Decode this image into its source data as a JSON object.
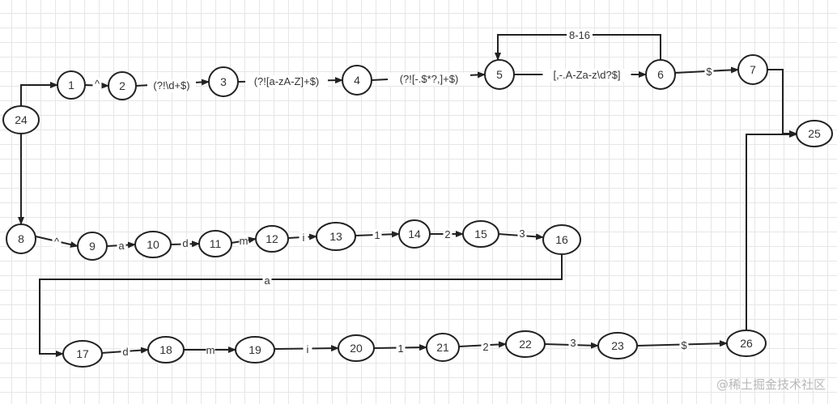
{
  "nodes": [
    "24",
    "1",
    "2",
    "3",
    "4",
    "5",
    "6",
    "7",
    "25",
    "8",
    "9",
    "10",
    "11",
    "12",
    "13",
    "14",
    "15",
    "16",
    "17",
    "18",
    "19",
    "20",
    "21",
    "22",
    "23",
    "26"
  ],
  "edges": [
    {
      "from": "24",
      "to": "1",
      "label": ""
    },
    {
      "from": "1",
      "to": "2",
      "label": "^"
    },
    {
      "from": "2",
      "to": "3",
      "label": "(?!\\d+$)"
    },
    {
      "from": "3",
      "to": "4",
      "label": "(?![a-zA-Z]+$)"
    },
    {
      "from": "4",
      "to": "5",
      "label": "(?![-.$*?,]+$)"
    },
    {
      "from": "5",
      "to": "6",
      "label": "[,-.A-Za-z\\d?$]"
    },
    {
      "from": "6",
      "to": "5",
      "label": "8-16"
    },
    {
      "from": "6",
      "to": "7",
      "label": "$"
    },
    {
      "from": "7",
      "to": "25",
      "label": ""
    },
    {
      "from": "26",
      "to": "25",
      "label": ""
    },
    {
      "from": "24",
      "to": "8",
      "label": ""
    },
    {
      "from": "8",
      "to": "9",
      "label": "^"
    },
    {
      "from": "9",
      "to": "10",
      "label": "a"
    },
    {
      "from": "10",
      "to": "11",
      "label": "d"
    },
    {
      "from": "11",
      "to": "12",
      "label": "m"
    },
    {
      "from": "12",
      "to": "13",
      "label": "i"
    },
    {
      "from": "13",
      "to": "14",
      "label": "1"
    },
    {
      "from": "14",
      "to": "15",
      "label": "2"
    },
    {
      "from": "15",
      "to": "16",
      "label": "3"
    },
    {
      "from": "16",
      "to": "17",
      "label": "a"
    },
    {
      "from": "17",
      "to": "18",
      "label": "d"
    },
    {
      "from": "18",
      "to": "19",
      "label": "m"
    },
    {
      "from": "19",
      "to": "20",
      "label": "i"
    },
    {
      "from": "20",
      "to": "21",
      "label": "1"
    },
    {
      "from": "21",
      "to": "22",
      "label": "2"
    },
    {
      "from": "22",
      "to": "23",
      "label": "3"
    },
    {
      "from": "23",
      "to": "26",
      "label": "$"
    }
  ],
  "watermark": "@稀土掘金技术社区"
}
